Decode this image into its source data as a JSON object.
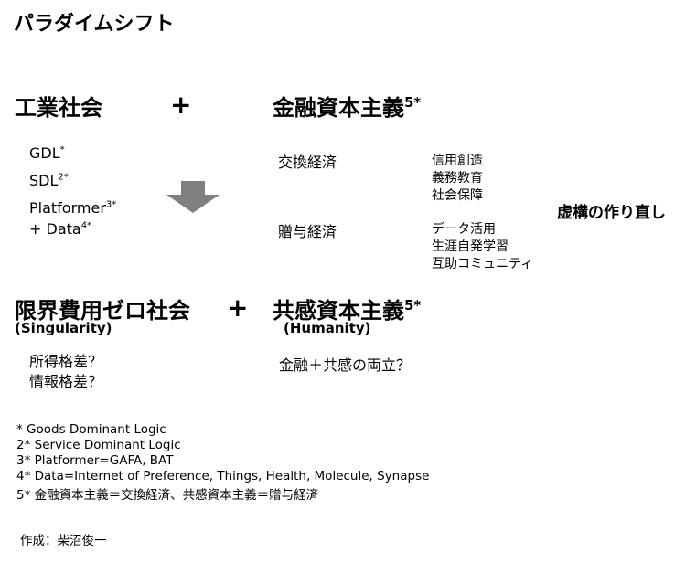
{
  "title": "パラダイムシフト",
  "industrial": {
    "heading": "工業社会",
    "plus": "+",
    "items": [
      {
        "text": "GDL",
        "sup": "*"
      },
      {
        "text": "SDL",
        "sup": "2*"
      },
      {
        "text": "Platformer",
        "sup": "3*"
      },
      {
        "text": "+ Data",
        "sup": "4*"
      }
    ]
  },
  "financial": {
    "heading": "金融資本主義",
    "sup": "5*",
    "exchange": "交換経済",
    "exchange_items": [
      "信用創造",
      "義務教育",
      "社会保障"
    ],
    "gift": "贈与経済",
    "gift_items": [
      "データ活用",
      "生涯自発学習",
      "互助コミュニティ"
    ]
  },
  "remake": "虚構の作り直し",
  "zero_cost": {
    "heading": "限界費用ゼロ社会",
    "plus": "+",
    "sub": "(Singularity)",
    "items": [
      "所得格差？",
      "情報格差？"
    ]
  },
  "empathy": {
    "heading": "共感資本主義",
    "sup": "5*",
    "sub": "(Humanity)",
    "item": "金融＋共感の両立？"
  },
  "footnotes": [
    {
      "mark": "*",
      "text": "Goods Dominant Logic"
    },
    {
      "mark": "2*",
      "text": "Service Dominant Logic"
    },
    {
      "mark": "3*",
      "text": "Platformer=GAFA, BAT"
    },
    {
      "mark": "4*",
      "text": "Data=Internet of Preference, Things, Health, Molecule, Synapse"
    },
    {
      "mark": "5*",
      "text": "金融資本主義＝交換経済、共感資本主義＝贈与経済"
    }
  ],
  "author": "作成：柴沼俊一",
  "colors": {
    "arrow": "#808080",
    "text": "#000000"
  }
}
